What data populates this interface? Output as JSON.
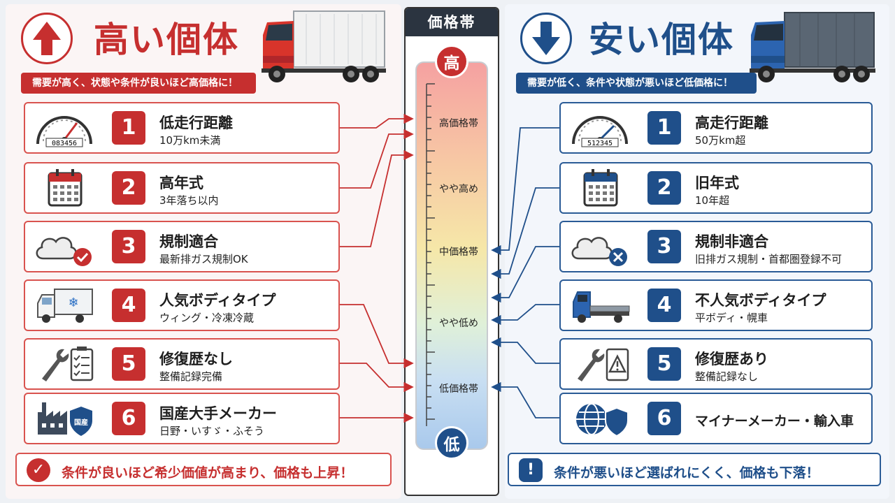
{
  "left": {
    "title": "高い個体",
    "ribbon": "需要が高く、状態や条件が良いほど高価格に！",
    "items": [
      {
        "num": "1",
        "title": "低走行距離",
        "sub": "10万km未満",
        "icon": "odometer-icon",
        "odometer": "083456"
      },
      {
        "num": "2",
        "title": "高年式",
        "sub": "3年落ち以内",
        "icon": "calendar-icon"
      },
      {
        "num": "3",
        "title": "規制適合",
        "sub": "最新排ガス規制OK",
        "icon": "exhaust-check-icon"
      },
      {
        "num": "4",
        "title": "人気ボディタイプ",
        "sub": "ウィング・冷凍冷蔵",
        "icon": "refrigerated-truck-icon"
      },
      {
        "num": "5",
        "title": "修復歴なし",
        "sub": "整備記録完備",
        "icon": "wrench-checklist-icon"
      },
      {
        "num": "6",
        "title": "国産大手メーカー",
        "sub": "日野・いすゞ・ふそう",
        "icon": "factory-shield-icon",
        "badge": "国産"
      }
    ],
    "footer": "条件が良いほど希少価値が高まり、価格も上昇！"
  },
  "right": {
    "title": "安い個体",
    "ribbon": "需要が低く、条件や状態が悪いほど低価格に！",
    "items": [
      {
        "num": "1",
        "title": "高走行距離",
        "sub": "50万km超",
        "icon": "odometer-icon",
        "odometer": "512345"
      },
      {
        "num": "2",
        "title": "旧年式",
        "sub": "10年超",
        "icon": "calendar-icon"
      },
      {
        "num": "3",
        "title": "規制非適合",
        "sub": "旧排ガス規制・首都圏登録不可",
        "icon": "exhaust-cross-icon"
      },
      {
        "num": "4",
        "title": "不人気ボディタイプ",
        "sub": "平ボディ・幌車",
        "icon": "flatbed-truck-icon"
      },
      {
        "num": "5",
        "title": "修復歴あり",
        "sub": "整備記録なし",
        "icon": "wrench-warning-icon"
      },
      {
        "num": "6",
        "title": "マイナーメーカー・輸入車",
        "sub": "",
        "icon": "globe-shield-icon"
      }
    ],
    "footer": "条件が悪いほど選ばれにくく、価格も下落！"
  },
  "scale": {
    "title": "価格帯",
    "top": "高",
    "bottom": "低",
    "levels": [
      "高価格帯",
      "やや高め",
      "中価格帯",
      "やや低め",
      "低価格帯"
    ]
  },
  "colors": {
    "red": "#c62f2f",
    "blue": "#1f4f8a",
    "dark": "#2b3440"
  }
}
